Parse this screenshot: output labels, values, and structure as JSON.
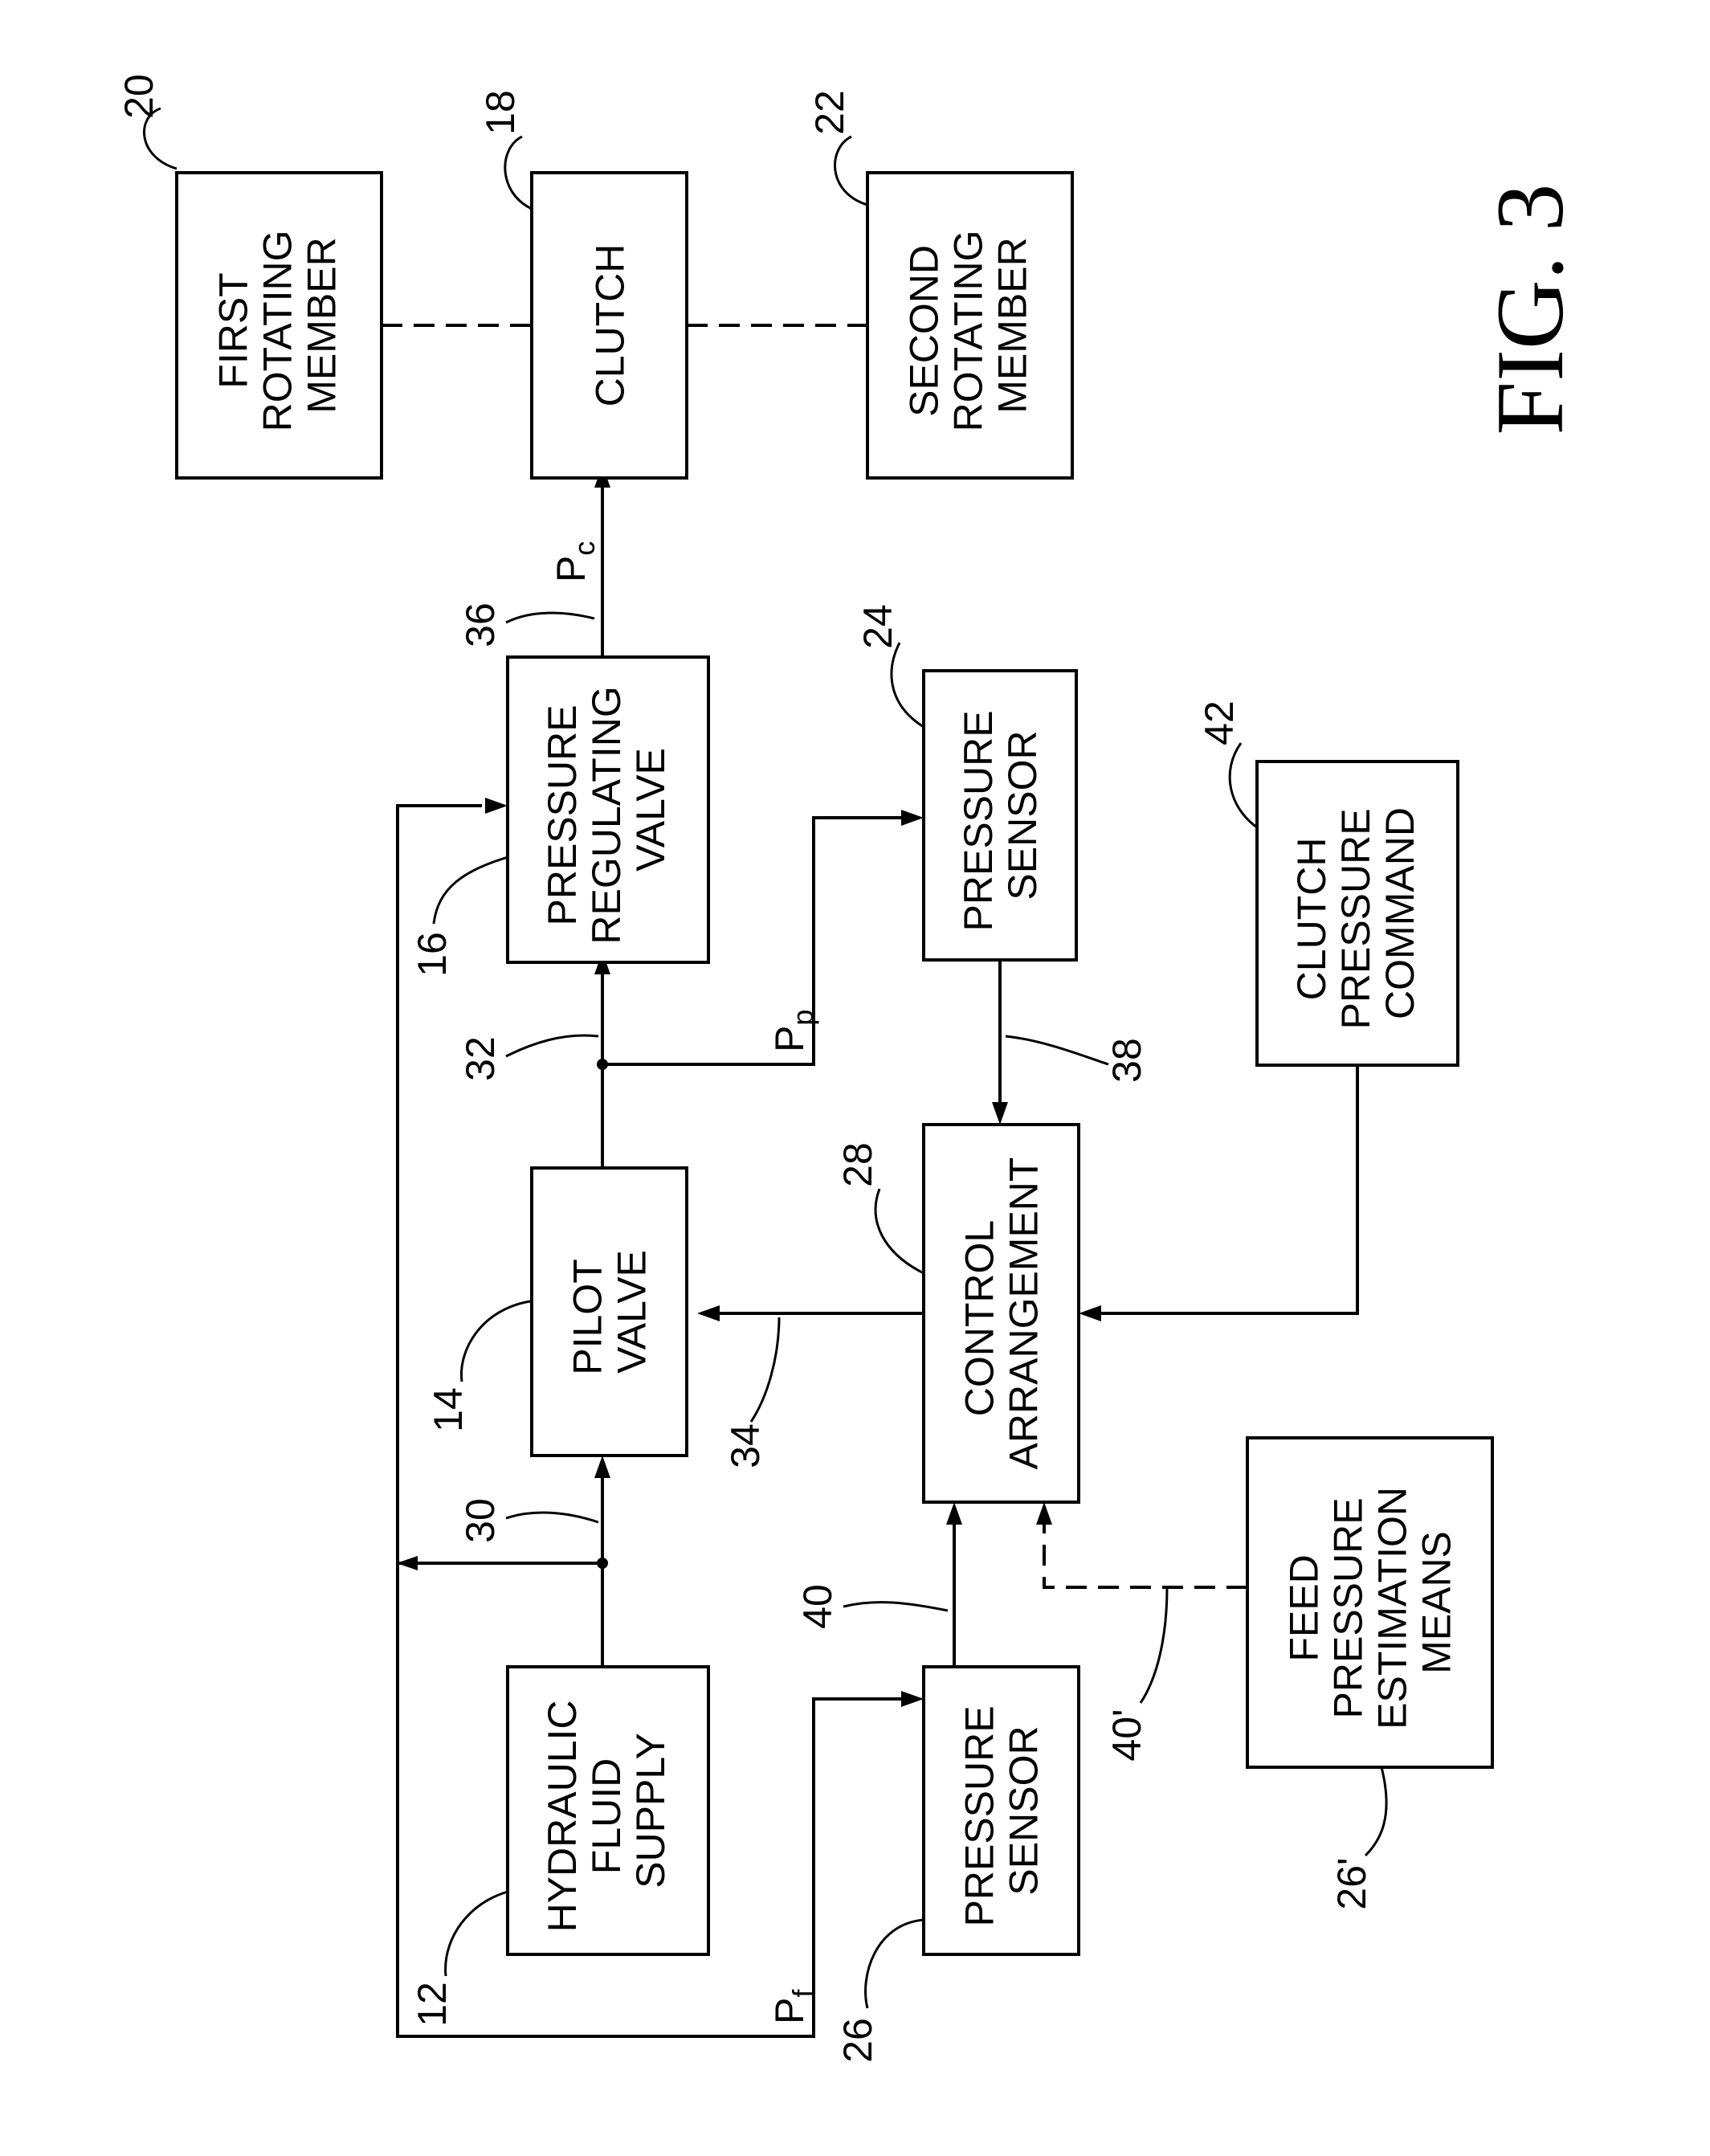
{
  "figure_label": "FIG. 3",
  "blocks": {
    "hydraulic": [
      "HYDRAULIC",
      "FLUID",
      "SUPPLY"
    ],
    "pilot": [
      "PILOT",
      "VALVE"
    ],
    "prv": [
      "PRESSURE",
      "REGULATING",
      "VALVE"
    ],
    "first": [
      "FIRST",
      "ROTATING",
      "MEMBER"
    ],
    "clutch": [
      "CLUTCH"
    ],
    "second": [
      "SECOND",
      "ROTATING",
      "MEMBER"
    ],
    "ps_top": [
      "PRESSURE",
      "SENSOR"
    ],
    "ps_bottom": [
      "PRESSURE",
      "SENSOR"
    ],
    "control": [
      "CONTROL",
      "ARRANGEMENT"
    ],
    "command": [
      "CLUTCH",
      "PRESSURE",
      "COMMAND"
    ],
    "feed": [
      "FEED",
      "PRESSURE",
      "ESTIMATION",
      "MEANS"
    ]
  },
  "refs": {
    "hydraulic": "12",
    "pilot": "14",
    "prv": "16",
    "clutch": "18",
    "first": "20",
    "second": "22",
    "ps_top": "24",
    "ps_bottom": "26",
    "feed": "26'",
    "control": "28",
    "line30": "30",
    "line32": "32",
    "line34": "34",
    "line36": "36",
    "line38": "38",
    "line40": "40",
    "line40p": "40'",
    "command": "42"
  },
  "pressure_labels": {
    "pc": {
      "main": "P",
      "sub": "c"
    },
    "pp": {
      "main": "P",
      "sub": "p"
    },
    "pf": {
      "main": "P",
      "sub": "f"
    }
  }
}
